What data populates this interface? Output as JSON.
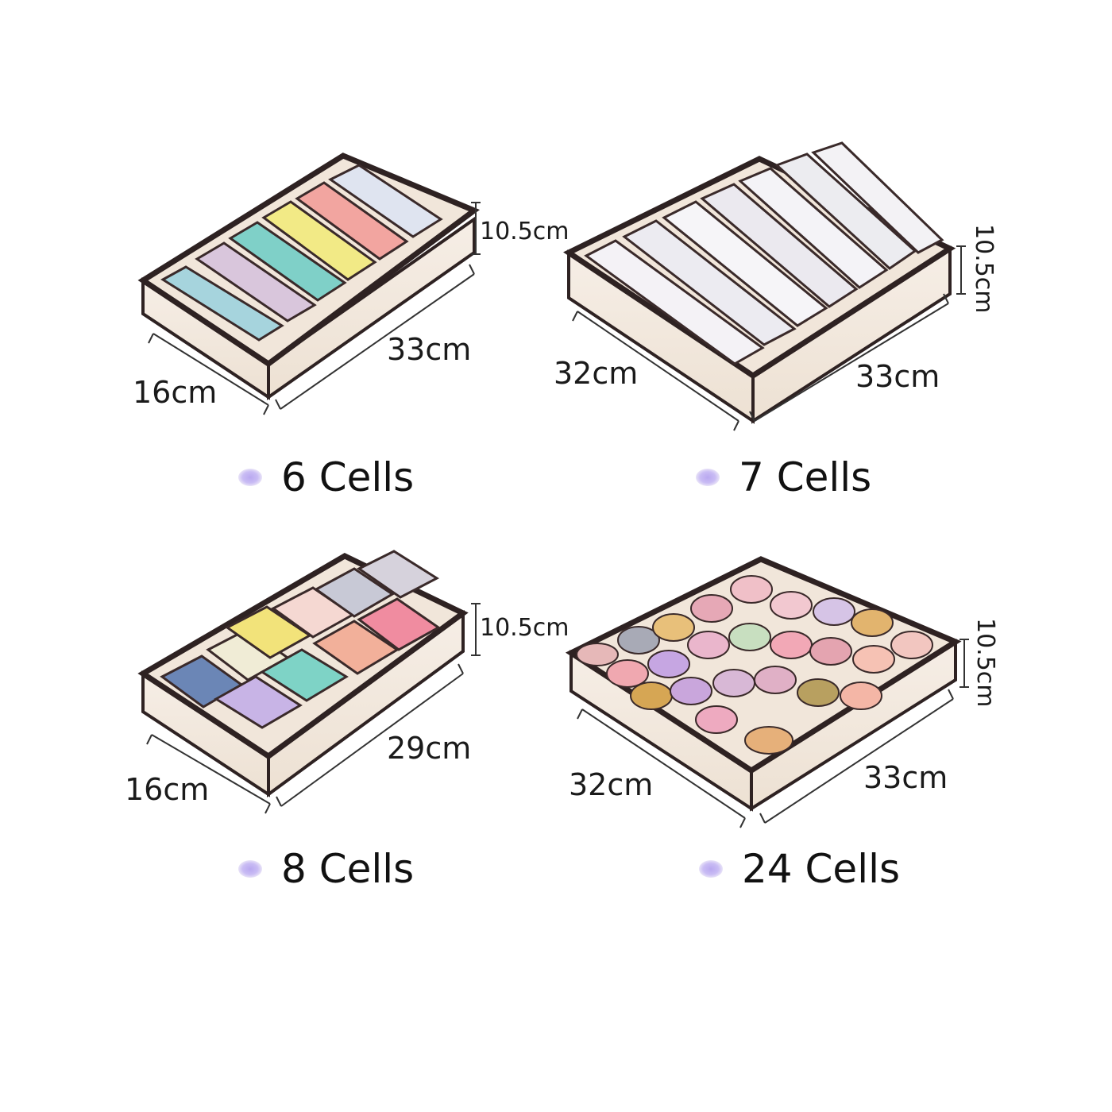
{
  "colors": {
    "fabric": "#f3e9de",
    "trim": "#2e2222",
    "bullet": "#b9a8f0"
  },
  "organizers": [
    {
      "caption": "6 Cells",
      "width_label": "16cm",
      "length_label": "33cm",
      "height_label": "10.5cm"
    },
    {
      "caption": "7 Cells",
      "width_label": "32cm",
      "length_label": "33cm",
      "height_label": "10.5cm"
    },
    {
      "caption": "8 Cells",
      "width_label": "16cm",
      "length_label": "29cm",
      "height_label": "10.5cm"
    },
    {
      "caption": "24 Cells",
      "width_label": "32cm",
      "length_label": "33cm",
      "height_label": "10.5cm"
    }
  ]
}
